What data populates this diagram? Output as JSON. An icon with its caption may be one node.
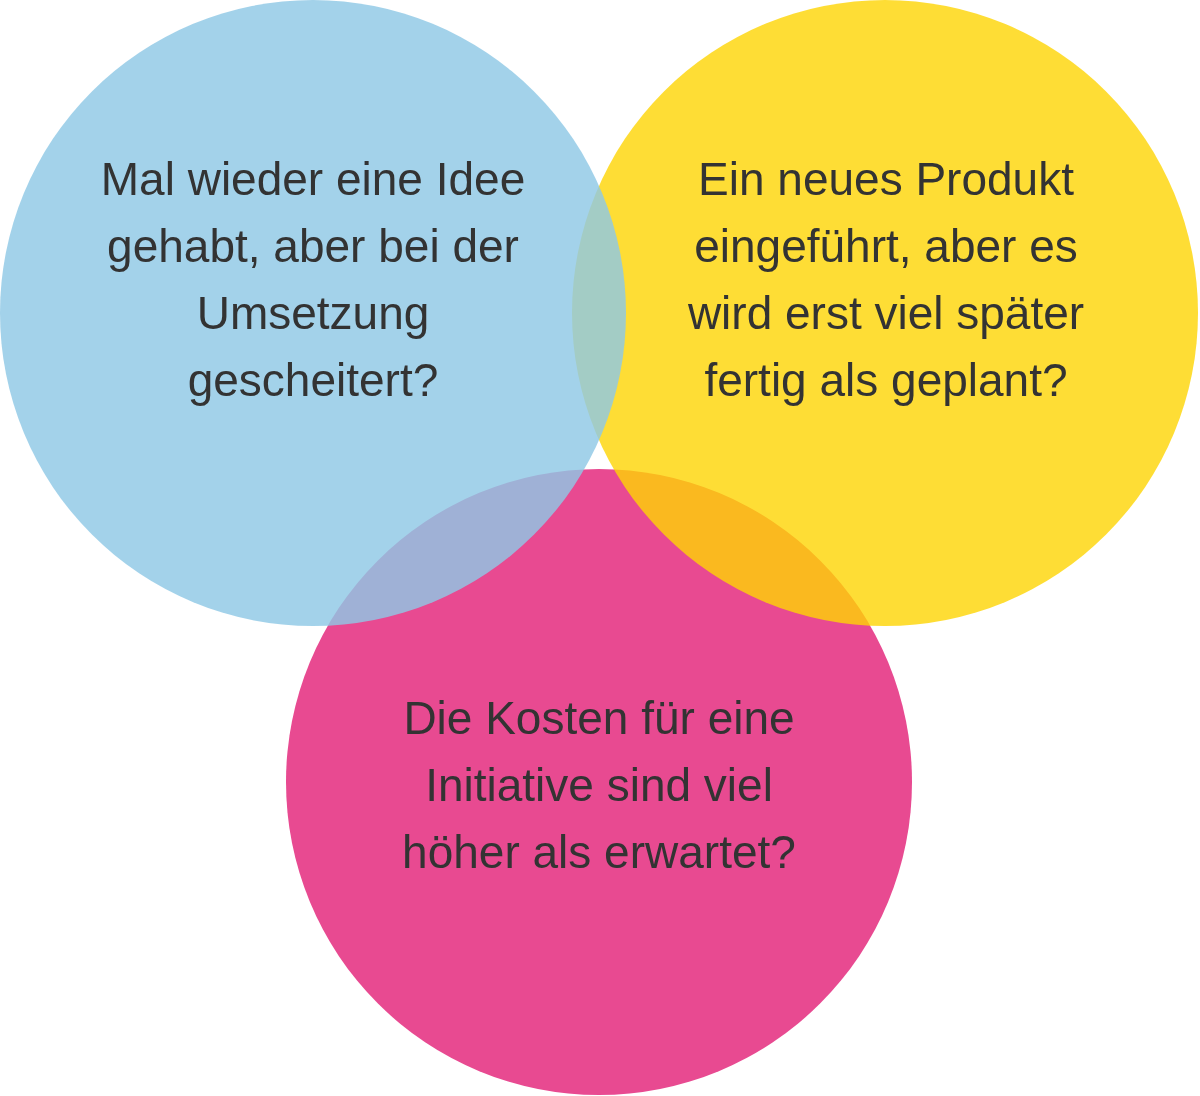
{
  "diagram": {
    "nodes": [
      {
        "text": [
          "Mal wieder eine Idee gehabt, aber bei der Umsetzung gescheitert?"
        ]
      },
      {
        "text": [
          "Ein neues Produkt eingeführt, aber es wird erst viel später fertig als geplant?"
        ]
      },
      {
        "text": [
          "Die Kosten für eine Initiative sind viel höher als erwartet?"
        ]
      }
    ]
  }
}
